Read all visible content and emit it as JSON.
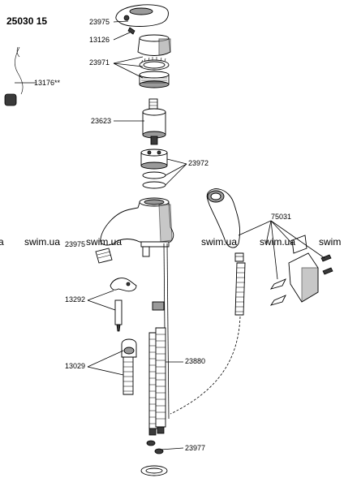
{
  "title": "25030 15",
  "parts": {
    "p23975": "23975",
    "p13126": "13126",
    "p23971": "23971",
    "p13176": "13176**",
    "p23623": "23623",
    "p23972": "23972",
    "p75031": "75031",
    "p13292": "13292",
    "p13029": "13029",
    "p23880": "23880",
    "p23977": "23977",
    "p23975b": "23975"
  },
  "watermark": {
    "w1": "a",
    "w2": "swim.ua",
    "w3": "swim.ua",
    "w4": "swim.ua",
    "w5": "swim.ua",
    "w6": "swim"
  },
  "colors": {
    "ink": "#000000",
    "shade": "#9a9a9a",
    "background": "#ffffff"
  }
}
